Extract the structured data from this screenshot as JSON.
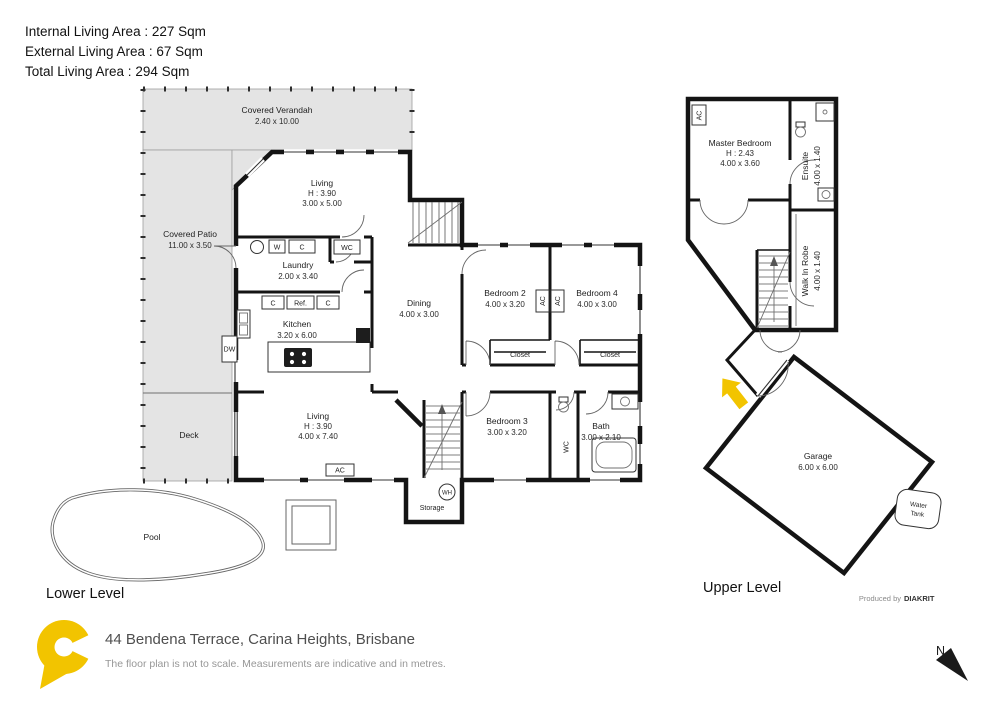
{
  "colors": {
    "yellow": "#F2C400",
    "wall": "#141414",
    "area_fill": "#E4E4E4"
  },
  "header": {
    "line1": "Internal Living Area : 227 Sqm",
    "line2": "External Living Area : 67 Sqm",
    "line3": "Total Living Area : 294 Sqm"
  },
  "lower": {
    "label": "Lower Level",
    "rooms": {
      "verandah": {
        "name": "Covered Verandah",
        "dims": "2.40 x 10.00"
      },
      "patio": {
        "name": "Covered Patio",
        "dims": "11.00 x 3.50"
      },
      "living_top": {
        "name": "Living",
        "height": "H : 3.90",
        "dims": "3.00 x 5.00"
      },
      "laundry": {
        "name": "Laundry",
        "dims": "2.00 x 3.40"
      },
      "wc": {
        "name": "WC"
      },
      "kitchen": {
        "name": "Kitchen",
        "dims": "3.20 x 6.00"
      },
      "dining": {
        "name": "Dining",
        "dims": "4.00 x 3.00"
      },
      "bedroom2": {
        "name": "Bedroom 2",
        "dims": "4.00 x 3.20"
      },
      "bedroom4": {
        "name": "Bedroom 4",
        "dims": "4.00 x 3.00"
      },
      "closet_a": {
        "name": "Closet"
      },
      "closet_b": {
        "name": "Closet"
      },
      "living_bottom": {
        "name": "Living",
        "height": "H : 3.90",
        "dims": "4.00 x 7.40"
      },
      "bedroom3": {
        "name": "Bedroom 3",
        "dims": "3.00 x 3.20"
      },
      "bath": {
        "name": "Bath",
        "dims": "3.00 x 2.10"
      },
      "deck": {
        "name": "Deck"
      },
      "storage": {
        "name": "Storage"
      },
      "pool": {
        "name": "Pool"
      }
    },
    "fixtures": {
      "washer": "W",
      "cupboard": "C",
      "fridge": "Ref.",
      "dishwasher": "DW",
      "ac": "AC",
      "water_heater": "WH",
      "wc": "WC"
    }
  },
  "upper": {
    "label": "Upper Level",
    "rooms": {
      "master": {
        "name": "Master Bedroom",
        "height": "H : 2.43",
        "dims": "4.00 x 3.60"
      },
      "ensuite": {
        "name": "Ensuite",
        "dims": "4.00 x 1.40"
      },
      "robe": {
        "name": "Walk In Robe",
        "dims": "4.00 x 1.40"
      },
      "garage": {
        "name": "Garage",
        "dims": "6.00 x 6.00"
      },
      "water_tank": {
        "line1": "Water",
        "line2": "Tank"
      }
    },
    "fixtures": {
      "ac": "AC"
    },
    "credit": {
      "prefix": "Produced by",
      "brand": "DIAKRIT"
    }
  },
  "footer": {
    "address": "44 Bendena Terrace, Carina Heights, Brisbane",
    "disclaimer": "The floor plan is not to scale. Measurements are indicative and in metres.",
    "north": "N"
  }
}
